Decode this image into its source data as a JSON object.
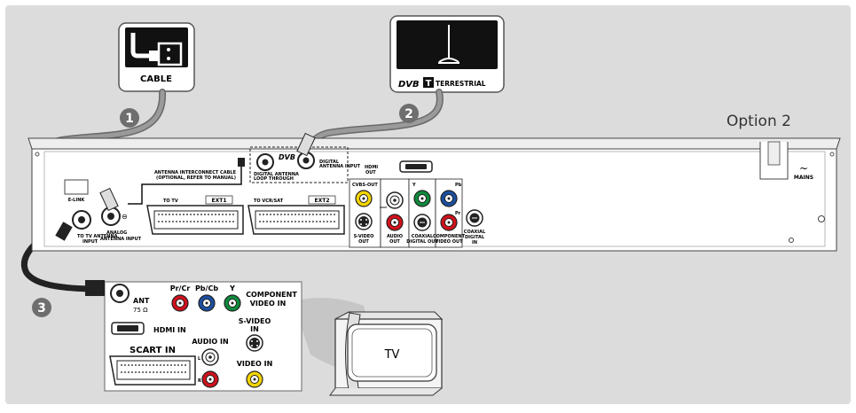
{
  "option_label": "Option 2",
  "badges": [
    "1",
    "2",
    "3"
  ],
  "cable_box": {
    "label": "CABLE",
    "icon": "cable-plug-icon"
  },
  "terrestrial_box": {
    "logo_dvb": "DVB",
    "logo_t": "T",
    "label": "TERRESTRIAL",
    "icon": "antenna-icon"
  },
  "recorder": {
    "antenna_cable_note_1": "ANTENNA INTERCONNECT CABLE",
    "antenna_cable_note_2": "(OPTIONAL, REFER TO MANUAL)",
    "dvbt_logo": "DVB",
    "digital_loop_1": "DIGITAL ANTENNA",
    "digital_loop_2": "LOOP THROUGH",
    "digital_input_1": "DIGITAL",
    "digital_input_2": "ANTENNA INPUT",
    "hdmi_out_1": "HDMI",
    "hdmi_out_2": "OUT",
    "elink": "E-LINK",
    "to_tv_antenna_1": "TO TV ANTENNA",
    "to_tv_antenna_2": "INPUT",
    "analog_input_1": "ANALOG",
    "analog_input_2": "ANTENNA INPUT",
    "to_tv": "TO TV",
    "ext1": "EXT1",
    "to_vcr": "TO VCR/SAT",
    "ext2": "EXT2",
    "cvbs_out": "CVBS-OUT",
    "svideo_out_1": "S-VIDEO",
    "svideo_out_2": "OUT",
    "audio_out_1": "AUDIO",
    "audio_out_2": "OUT",
    "coaxial_out_1": "COAXIAL",
    "coaxial_out_2": "DIGITAL OUT",
    "component_out_1": "COMPONENT",
    "component_out_2": "VIDEO OUT",
    "coaxial_in_1": "COAXIAL",
    "coaxial_in_2": "DIGITAL",
    "coaxial_in_3": "IN",
    "y": "Y",
    "pb": "Pb",
    "pr": "Pr",
    "mains_symbol": "~",
    "mains": "MAINS"
  },
  "tv_panel": {
    "ant_1": "ANT",
    "ant_2": "75 Ω",
    "pr_cr": "Pr/Cr",
    "pb_cb": "Pb/Cb",
    "y": "Y",
    "component_1": "COMPONENT",
    "component_2": "VIDEO IN",
    "hdmi_in": "HDMI IN",
    "svideo_1": "S-VIDEO",
    "svideo_2": "IN",
    "audio_in": "AUDIO IN",
    "l": "L",
    "r": "R",
    "scart_in": "SCART IN",
    "video_in": "VIDEO IN"
  },
  "tv": {
    "label": "TV"
  },
  "colors": {
    "background": "#dcdcdc",
    "badge": "#6e6e6e",
    "cable": "#9a9a9a",
    "jack_red": "#d0121b",
    "jack_green": "#0f8a3c",
    "jack_blue": "#1b4fa0",
    "jack_yellow": "#f3d400"
  }
}
